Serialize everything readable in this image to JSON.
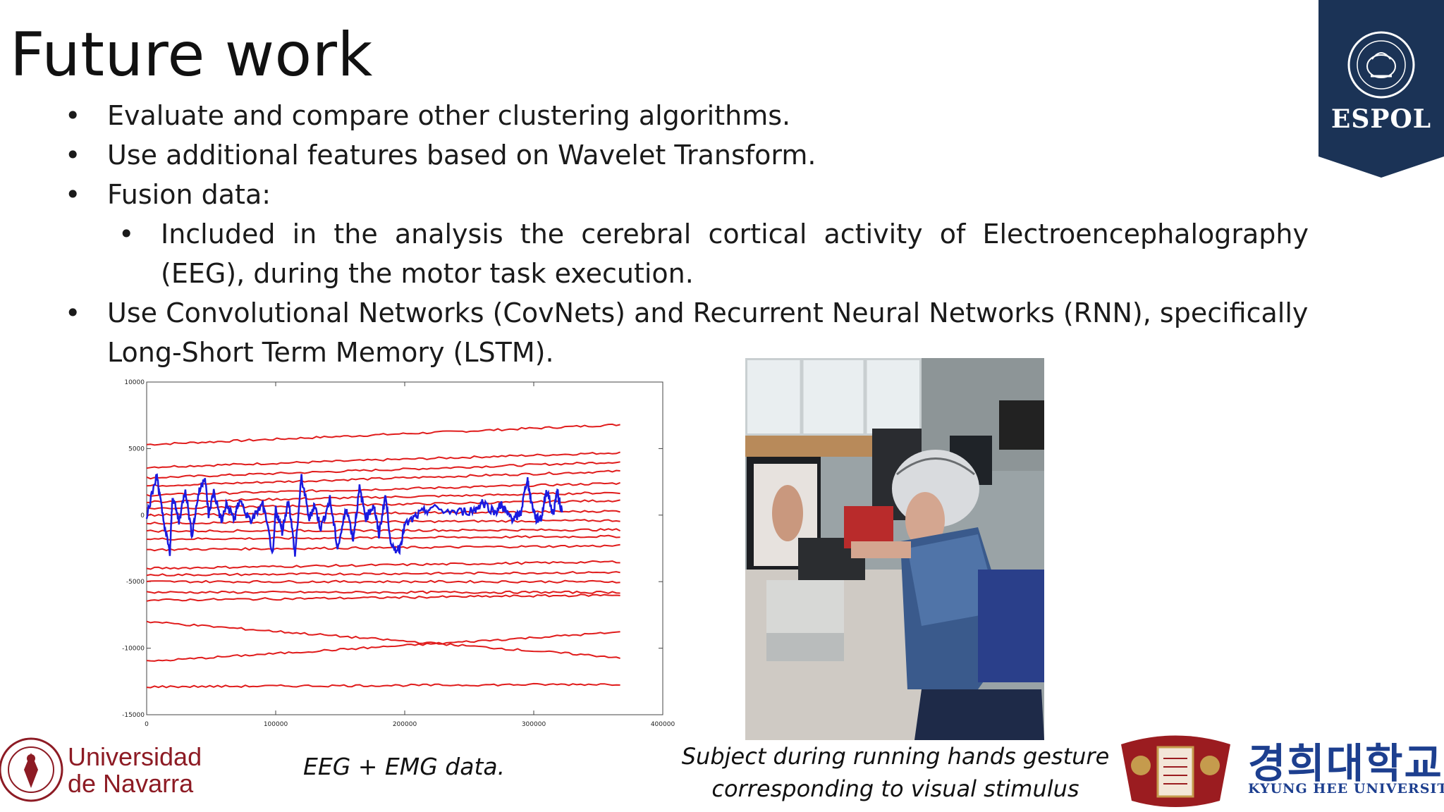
{
  "slide": {
    "title": "Future work",
    "bullets": [
      "Evaluate and compare other clustering algorithms.",
      "Use additional features based on Wavelet Transform.",
      "Fusion data:"
    ],
    "sub_bullet": "Included in the analysis the cerebral cortical activity of Electroencephalography (EEG), during the motor task execution.",
    "last_bullet": "Use Convolutional Networks (CovNets) and Recurrent Neural Networks (RNN), specifically Long-Short Term Memory (LSTM).",
    "caption_chart": "EEG + EMG data.",
    "caption_photo_line1": "Subject during running hands gesture",
    "caption_photo_line2": "corresponding to visual stimulus"
  },
  "logos": {
    "espol": "ESPOL",
    "espol_color": "#1b3356",
    "navarra_line1": "Universidad",
    "navarra_line2": "de Navarra",
    "navarra_color": "#8d1b24",
    "khu_korean": "경희대학교",
    "khu_english": "KYUNG HEE UNIVERSITY",
    "khu_color": "#1d3f8f"
  },
  "chart_data": {
    "type": "line",
    "xlim": [
      0,
      400000
    ],
    "ylim": [
      -15000,
      10000
    ],
    "xticks": [
      "0",
      "100000",
      "200000",
      "300000",
      "400000"
    ],
    "yticks": [
      "10000",
      "5000",
      "0",
      "-5000",
      "-10000",
      "-15000"
    ],
    "red_series_start_end": [
      [
        5300,
        6800
      ],
      [
        3600,
        4700
      ],
      [
        2800,
        4000
      ],
      [
        2200,
        3300
      ],
      [
        1500,
        2400
      ],
      [
        1000,
        1700
      ],
      [
        500,
        1100
      ],
      [
        0,
        300
      ],
      [
        -600,
        -400
      ],
      [
        -1200,
        -1100
      ],
      [
        -1800,
        -1600
      ],
      [
        -2600,
        -2300
      ],
      [
        -4000,
        -3500
      ],
      [
        -4500,
        -4300
      ],
      [
        -5000,
        -5000
      ],
      [
        -5800,
        -5800
      ],
      [
        -6400,
        -6000
      ],
      [
        -8000,
        -10700
      ],
      [
        -11000,
        -8800
      ],
      [
        -12900,
        -12700
      ]
    ],
    "red_series_x_end": 367000,
    "blue_series": {
      "x": [
        0,
        8000,
        12000,
        18000,
        20000,
        25000,
        30000,
        35000,
        40000,
        45000,
        48000,
        52000,
        58000,
        62000,
        68000,
        72000,
        80000,
        90000,
        98000,
        100000,
        105000,
        110000,
        115000,
        120000,
        126000,
        130000,
        135000,
        142000,
        148000,
        155000,
        160000,
        165000,
        170000,
        176000,
        180000,
        185000,
        190000,
        196000,
        200000,
        210000,
        220000,
        240000,
        255000,
        260000,
        270000,
        275000,
        280000,
        285000,
        290000,
        295000,
        298000,
        302000,
        306000,
        310000,
        315000,
        318000,
        322000
      ],
      "values": [
        0,
        3000,
        200,
        -3000,
        1500,
        -500,
        2000,
        -1500,
        1500,
        3000,
        0,
        1800,
        -500,
        800,
        -300,
        1200,
        -500,
        800,
        -3000,
        500,
        -1200,
        1200,
        -3000,
        2900,
        -300,
        800,
        -1000,
        1200,
        -2500,
        600,
        -1800,
        2000,
        -200,
        800,
        -1500,
        1500,
        -2600,
        -2500,
        -800,
        0,
        500,
        200,
        400,
        1000,
        200,
        800,
        0,
        -300,
        200,
        2800,
        1000,
        -300,
        -200,
        2000,
        0,
        1800,
        200
      ]
    }
  }
}
